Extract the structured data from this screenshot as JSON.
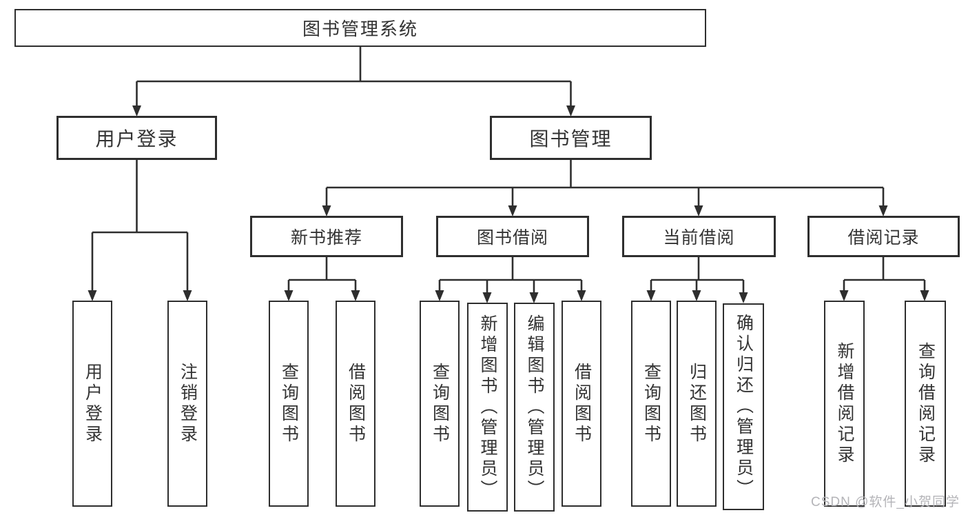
{
  "colors": {
    "line": "#2e2e2e",
    "text": "#333333",
    "watermark": "#b4b4b8",
    "background": "#ffffff"
  },
  "watermark": {
    "text": "CSDN @软件_小贺同学"
  },
  "tree": {
    "root": {
      "label": "图书管理系统",
      "children": [
        {
          "label": "用户登录",
          "children": [
            {
              "label": "用户登录"
            },
            {
              "label": "注销登录"
            }
          ]
        },
        {
          "label": "图书管理",
          "children": [
            {
              "label": "新书推荐",
              "children": [
                {
                  "label": "查询图书"
                },
                {
                  "label": "借阅图书"
                }
              ]
            },
            {
              "label": "图书借阅",
              "children": [
                {
                  "label": "查询图书"
                },
                {
                  "label": "新增图书（管理员）"
                },
                {
                  "label": "编辑图书（管理员）"
                },
                {
                  "label": "借阅图书"
                }
              ]
            },
            {
              "label": "当前借阅",
              "children": [
                {
                  "label": "查询图书"
                },
                {
                  "label": "归还图书"
                },
                {
                  "label": "确认归还（管理员）"
                }
              ]
            },
            {
              "label": "借阅记录",
              "children": [
                {
                  "label": "新增借阅记录"
                },
                {
                  "label": "查询借阅记录"
                }
              ]
            }
          ]
        }
      ]
    }
  }
}
